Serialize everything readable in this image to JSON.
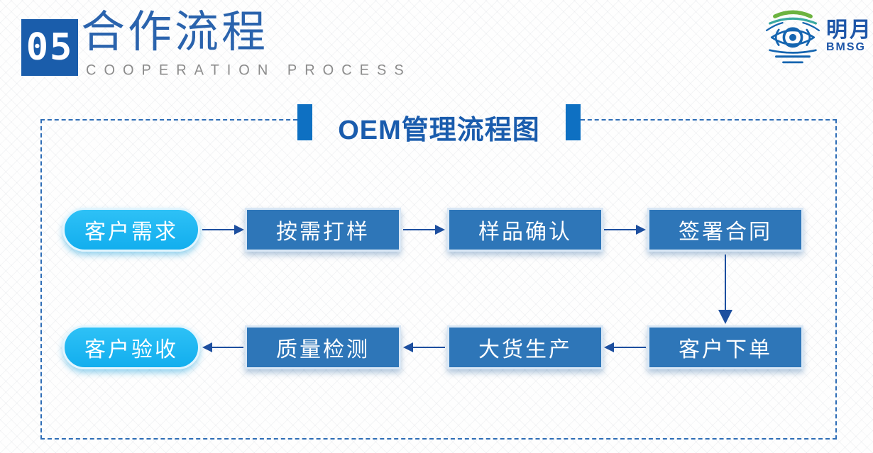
{
  "slide": {
    "section_number": "05",
    "title": "合作流程",
    "subtitle": "COOPERATION PROCESS"
  },
  "logo": {
    "company_name": "明月",
    "company_abbr": "BMSG",
    "icon": "moon-eye-globe-icon"
  },
  "diagram": {
    "title": "OEM管理流程图",
    "rows": [
      {
        "direction": "left-to-right",
        "steps": [
          {
            "label": "客户需求",
            "shape": "pill"
          },
          {
            "label": "按需打样",
            "shape": "rect"
          },
          {
            "label": "样品确认",
            "shape": "rect"
          },
          {
            "label": "签署合同",
            "shape": "rect"
          }
        ]
      },
      {
        "direction": "right-to-left",
        "steps": [
          {
            "label": "客户验收",
            "shape": "pill"
          },
          {
            "label": "质量检测",
            "shape": "rect"
          },
          {
            "label": "大货生产",
            "shape": "rect"
          },
          {
            "label": "客户下单",
            "shape": "rect"
          }
        ]
      }
    ],
    "vertical_connector": "签署合同 → 客户下单"
  },
  "colors": {
    "header_box_blue": "#1a5dab",
    "title_text_blue": "#2a63ad",
    "subtitle_gray": "#8c8c8c",
    "accent_bar_blue": "#0e70c2",
    "diagram_title_blue": "#1a5cad",
    "pill_cyan": "#18b4f0",
    "rect_steel_blue": "#2e76b8",
    "arrow_dark_blue": "#1d4f9f",
    "dashed_border_blue": "#2e6db6"
  }
}
